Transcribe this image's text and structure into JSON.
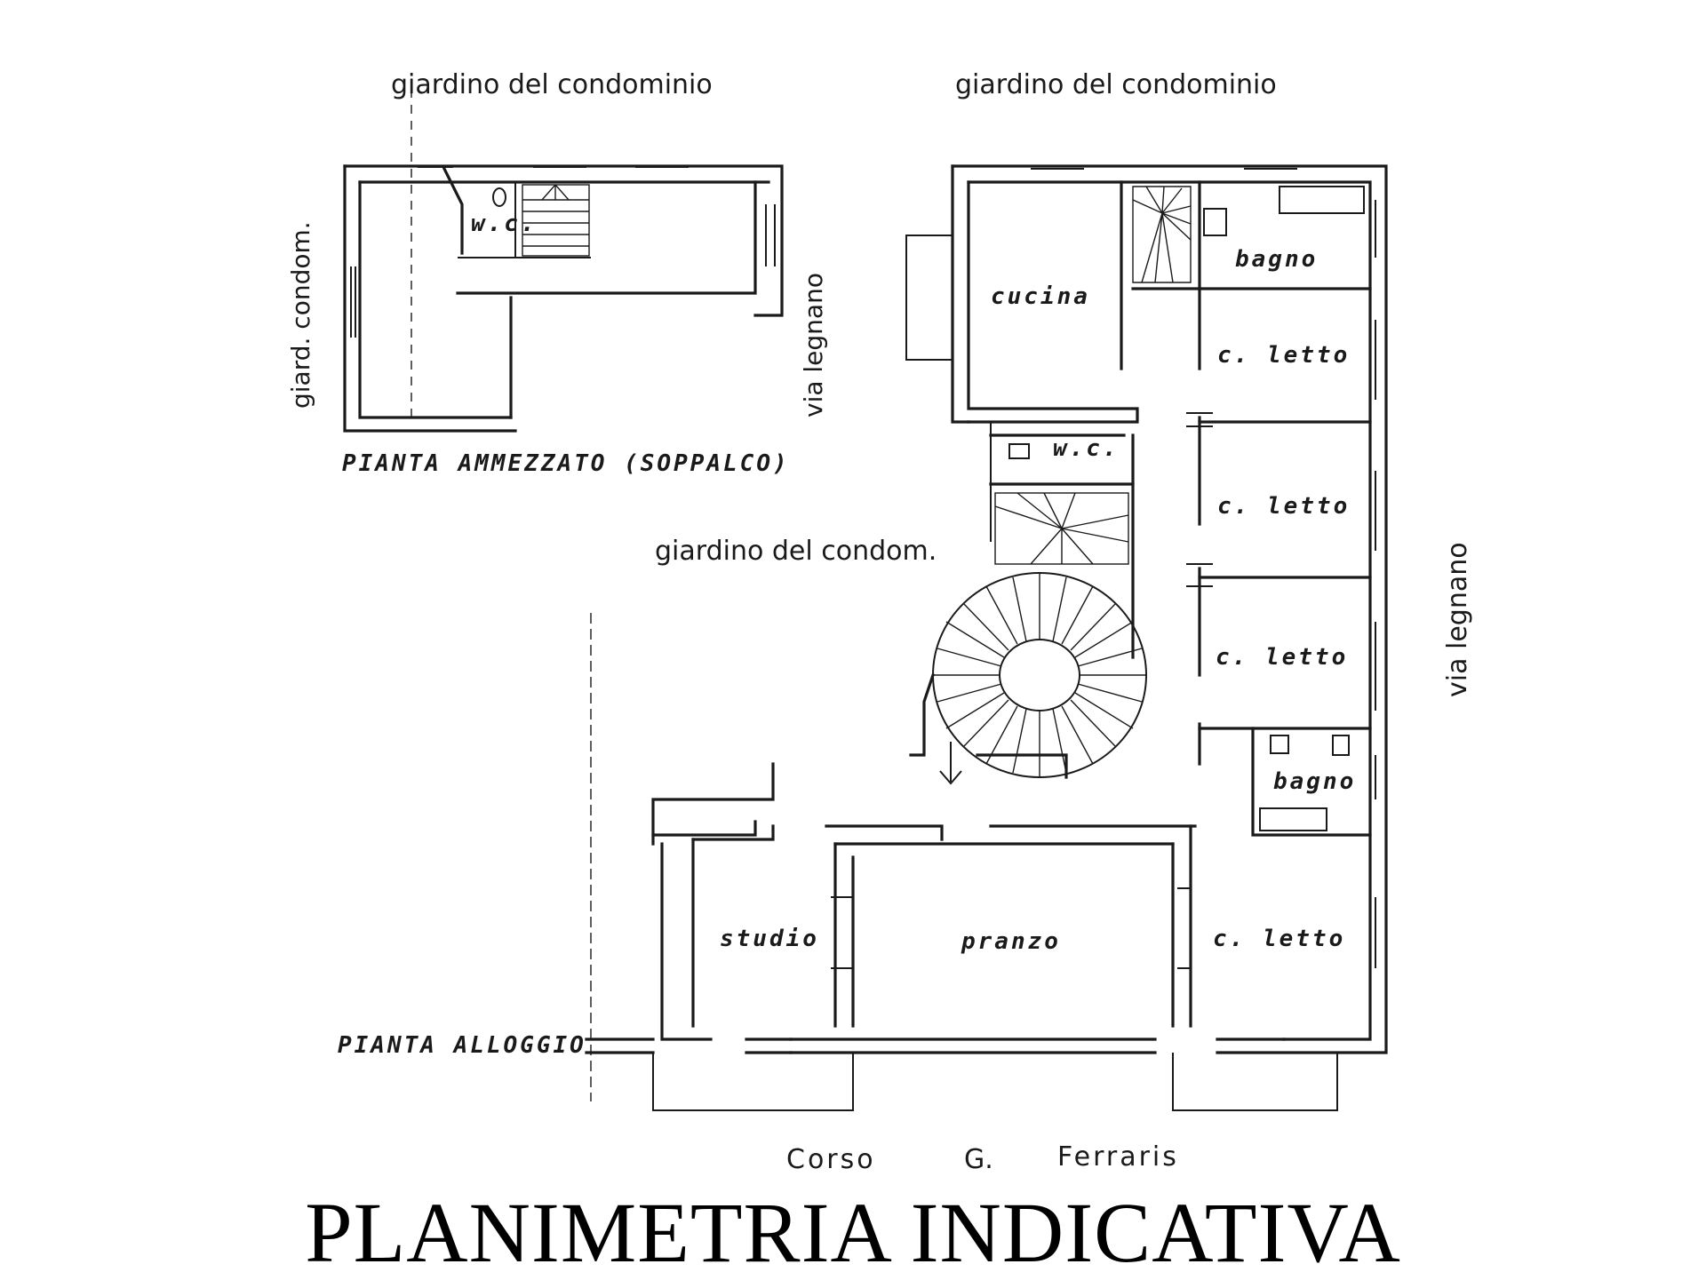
{
  "labels": {
    "garden_top_left": "giardino del condominio",
    "garden_top_right": "giardino del condominio",
    "garden_side_left": "giard. condom.",
    "street_side_left": "via legnano",
    "street_side_right": "via legnano",
    "garden_middle": "giardino del condom.",
    "mezzanine_caption": "PIANTA AMMEZZATO (SOPPALCO)",
    "apartment_caption": "PIANTA ALLOGGIO",
    "street_bottom_1": "Corso",
    "street_bottom_2": "G.",
    "street_bottom_3": "Ferraris"
  },
  "rooms": {
    "wc_mezzanine": "w.c.",
    "cucina": "cucina",
    "bagno_top": "bagno",
    "letto_1": "c. letto",
    "wc_apartment": "w.c.",
    "letto_2": "c. letto",
    "letto_3": "c. letto",
    "bagno_bottom": "bagno",
    "studio": "studio",
    "pranzo": "pranzo",
    "letto_4": "c. letto"
  },
  "title": "PLANIMETRIA INDICATIVA"
}
